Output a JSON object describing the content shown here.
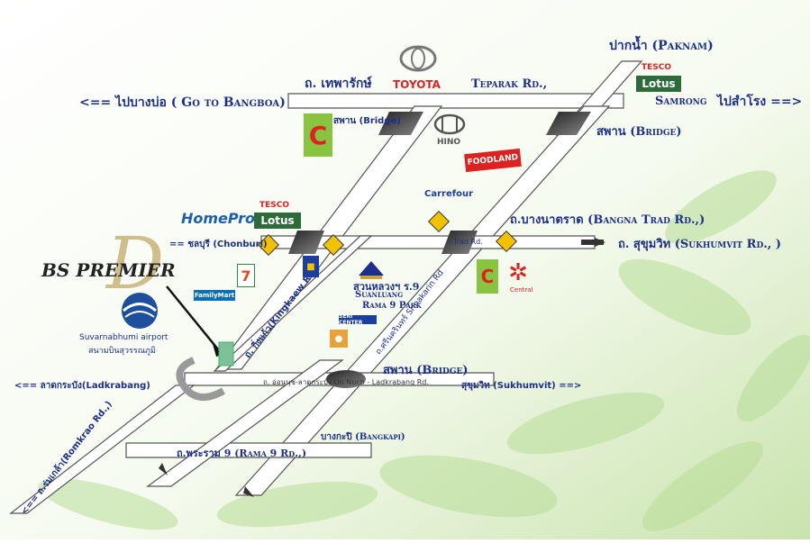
{
  "roads": {
    "paknam": "ปากน้ำ (Paknam)",
    "teparak_thai": "ถ. เทพารักษ์",
    "teparak_en": "Teparak Rd.,",
    "bangboa": "<== ไปบางบ่อ ( Go to Bangboa)",
    "samrong_en": "Samrong",
    "samrong_thai": "ไปสำโรง ==>",
    "bridge_top": "สพาน (Bridge)",
    "bridge_small": "สพาน (Bridge)",
    "bangna_trad": "ถ.บางนาตราด (Bangna Trad Rd.,)",
    "sukhumvit_top": "ถ. สุขุมวิท (Sukhumvit Rd., )",
    "chonburi": "== ชลบุรี (Chonburi)",
    "trad_rd": "Trad Rd.",
    "kingkaew": "ถ. กิ่งแก้ว(Kingkaew Rd.)",
    "suanluang_thai": "สวนหลวงฯ ร.9",
    "suanluang_en": "Suanluang",
    "rama9_park": "Rama 9 Park",
    "srinakarin": "ถ.ศรีนครินทร์ Srinakarin Rd",
    "bridge_mid": "สพาน (Bridge)",
    "ladkrabang": "<== ลาดกระบัง(Ladkrabang)",
    "onnuch": "ถ. อ่อนนุช-ลาดกระบัง On Nuch - Ladkrabang Rd.",
    "sukhumvit_bottom": "สุขุมวิท (Sukhumvit) ==>",
    "bangkapi": "บางกะปิ (Bangkapi)",
    "rama9": "ถ.พระราม 9 (Rama 9 Rd.,)",
    "romkrao": "<== ถ.ร่มเกล้า(Romkrao Rd.,)",
    "airport_en": "Suvarnabhumi airport",
    "airport_thai": "สนามบินสุวรรณภูมิ",
    "hotel": "BS PREMIER"
  },
  "logos": {
    "toyota": "TOYOTA",
    "tesco_top": "TESCO",
    "lotus_top": "Lotus",
    "hino": "HINO",
    "fooland": "FOODLAND",
    "carrefour": "Carrefour",
    "homepro": "HomePro",
    "tesco_mid": "TESCO",
    "lotus_mid": "Lotus",
    "seven": "7",
    "familymart": "FamilyMart",
    "central": "Central",
    "seri": "SERI CENTER"
  },
  "colors": {
    "road_fill": "#ffffff",
    "road_edge": "#555555",
    "text_blue": "#1d2f8c",
    "bridge": "#3a3a3a",
    "green_bg": "#cde6b4"
  }
}
